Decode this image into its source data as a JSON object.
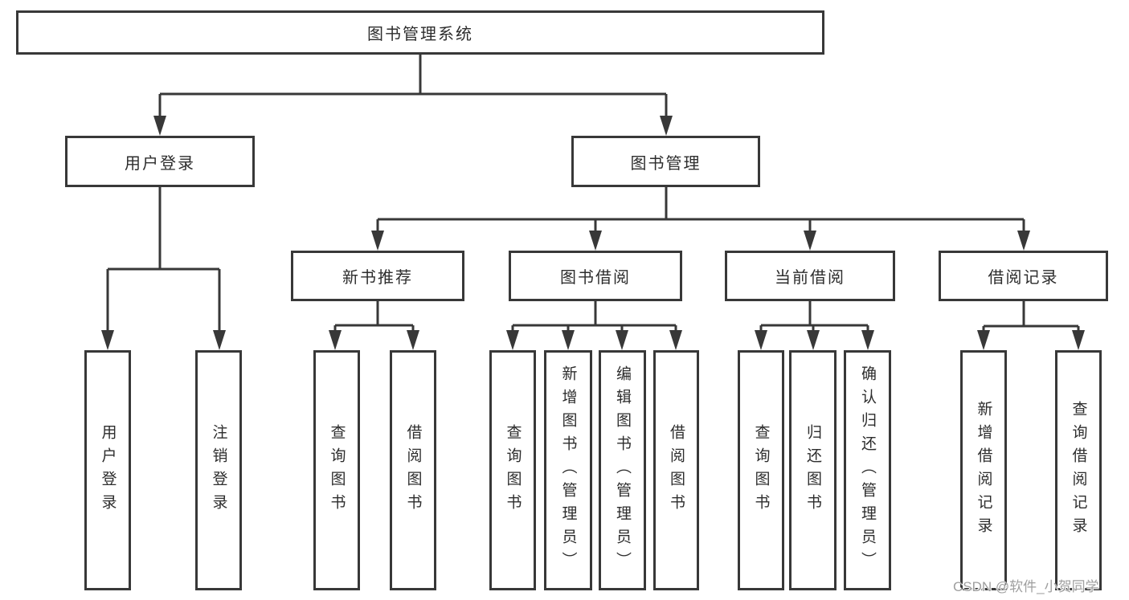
{
  "diagram": {
    "root": {
      "label": "图书管理系统"
    },
    "branches": [
      {
        "label": "用户登录",
        "children": [
          "用户登录",
          "注销登录"
        ]
      },
      {
        "label": "图书管理",
        "groups": [
          {
            "label": "新书推荐",
            "children": [
              "查询图书",
              "借阅图书"
            ]
          },
          {
            "label": "图书借阅",
            "children": [
              "查询图书",
              "新增图书（管理员）",
              "编辑图书（管理员）",
              "借阅图书"
            ]
          },
          {
            "label": "当前借阅",
            "children": [
              "查询图书",
              "归还图书",
              "确认归还（管理员）"
            ]
          },
          {
            "label": "借阅记录",
            "children": [
              "新增借阅记录",
              "查询借阅记录"
            ]
          }
        ]
      }
    ],
    "watermark": "CSDN @软件_小贺同学",
    "colors": {
      "line": "#383838",
      "box_border": "#383838",
      "text": "#2d2d2d",
      "watermark": "#9f9f9f",
      "background": "#ffffff"
    }
  }
}
